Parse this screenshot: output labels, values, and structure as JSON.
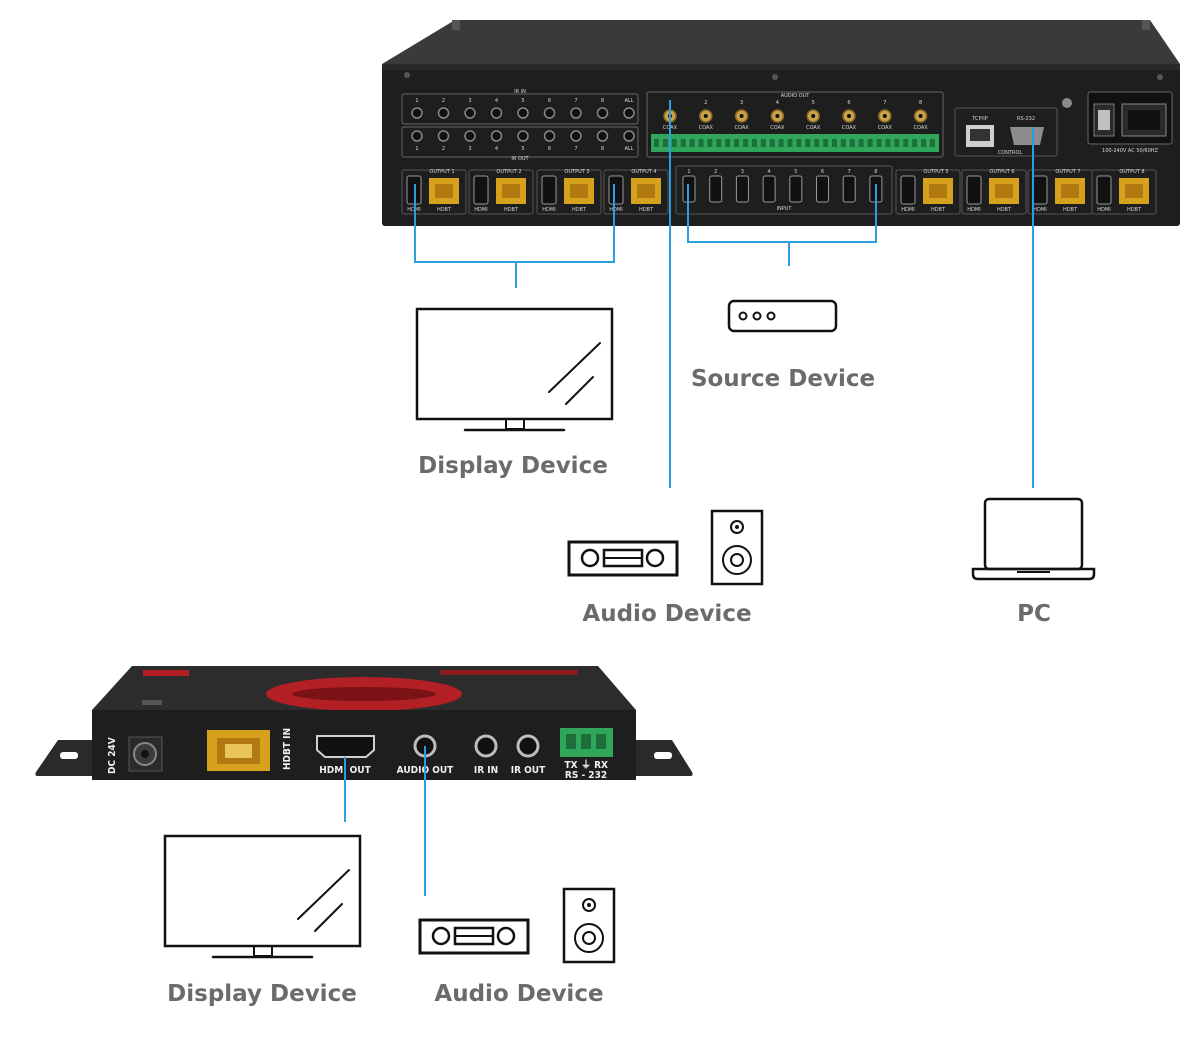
{
  "matrix": {
    "ir_in_title": "IR IN",
    "ir_out_title": "IR OUT",
    "audio_out_title": "AUDIO OUT",
    "ir_numbers": [
      "1",
      "2",
      "3",
      "4",
      "5",
      "6",
      "7",
      "8",
      "ALL"
    ],
    "coax_numbers": [
      "1",
      "2",
      "3",
      "4",
      "5",
      "6",
      "7",
      "8"
    ],
    "coax_label": "COAX",
    "input_numbers": [
      "1",
      "2",
      "3",
      "4",
      "5",
      "6",
      "7",
      "8"
    ],
    "input_label": "INPUT",
    "outputs": [
      "OUTPUT 1",
      "OUTPUT 2",
      "OUTPUT 3",
      "OUTPUT 4",
      "OUTPUT 5",
      "OUTPUT 6",
      "OUTPUT 7",
      "OUTPUT 8"
    ],
    "hdmi_label": "HDMI",
    "hdbt_label": "HDBT",
    "tcpip_label": "TCP/IP",
    "rs232_label": "RS-232",
    "control_label": "CONTROL",
    "power_label": "100-240V AC 50/60HZ"
  },
  "receiver": {
    "dc_label": "DC 24V",
    "hdbt_in_label": "HDBT IN",
    "hdmi_out_label": "HDMI OUT",
    "audio_out_label": "AUDIO OUT",
    "ir_in_label": "IR IN",
    "ir_out_label": "IR OUT",
    "tx_label": "TX",
    "rx_label": "RX",
    "rs232_label": "RS - 232"
  },
  "labels": {
    "display_top": "Display Device",
    "source": "Source Device",
    "audio_top": "Audio Device",
    "pc": "PC",
    "display_bottom": "Display Device",
    "audio_bottom": "Audio Device"
  },
  "colors": {
    "wire": "#2b9ee0",
    "device_body": "#1e1e1e",
    "rj45": "#d6a21d",
    "terminal": "#2fa65a",
    "brand_red": "#b22025"
  }
}
